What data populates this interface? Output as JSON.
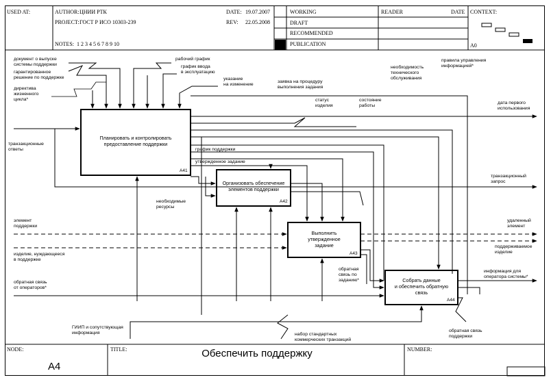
{
  "header": {
    "used_at": "USED AT:",
    "author_label": "AUTHOR:",
    "author": "ЦНИИ РТК",
    "project_label": "PROJECT:",
    "project": "ГОСТ Р ИСО 10303-239",
    "notes_label": "NOTES:",
    "notes": "1 2 3 4 5 6 7 8 9 10",
    "date_label": "DATE:",
    "date": "19.07.2007",
    "rev_label": "REV:",
    "rev": "22.05.2008",
    "status": [
      "WORKING",
      "DRAFT",
      "RECOMMENDED",
      "PUBLICATION"
    ],
    "reader": "READER",
    "reader_date": "DATE",
    "context": "CONTEXT:",
    "context_node": "A0"
  },
  "boxes": [
    {
      "id": "A41",
      "lines": [
        "Планировать и контролировать",
        "предоставление поддержки"
      ]
    },
    {
      "id": "A42",
      "lines": [
        "Организовать обеспечение",
        "элементов поддержки"
      ]
    },
    {
      "id": "A43",
      "lines": [
        "Выполнить",
        "утвержденное",
        "задание"
      ]
    },
    {
      "id": "A44",
      "lines": [
        "Собрать данные",
        "и обеспечить обратную",
        "связь"
      ]
    }
  ],
  "labels": {
    "doc_release": [
      "документ о выпуске",
      "системы поддержки"
    ],
    "guaranteed": [
      "гарантированное",
      "решение по поддержке"
    ],
    "directive": [
      "директива",
      "жизненного",
      "цикла*"
    ],
    "transaction_responses": [
      "транзакционные",
      "ответы"
    ],
    "work_schedule": [
      "рабочий график"
    ],
    "commissioning": [
      "график ввода",
      "в эксплуатацию"
    ],
    "change_order": [
      "указание",
      "на изменение"
    ],
    "work_request": [
      "заявка на процедуру",
      "выполнения задания"
    ],
    "tech_need": [
      "необходимость",
      "технического",
      "обслуживания"
    ],
    "info_mgmt_rules": [
      "правила управления",
      "информацией*"
    ],
    "product_status": [
      "статус",
      "изделия"
    ],
    "work_status": [
      "состояние",
      "работы"
    ],
    "first_use_date": [
      "дата первого",
      "использования"
    ],
    "support_schedule": [
      "график поддержки"
    ],
    "approved_task": [
      "утвержденное задание"
    ],
    "transaction_request": [
      "транзакционный",
      "запрос"
    ],
    "needed_resources": [
      "необходимые",
      "ресурсы"
    ],
    "support_element": [
      "элемент",
      "поддержки"
    ],
    "removed_element": [
      "удаленный",
      "элемент"
    ],
    "product_needing": [
      "изделие, нуждающееся",
      "в поддержке"
    ],
    "supported_product": [
      "поддерживаемое",
      "изделие"
    ],
    "operator_feedback": [
      "обратная связь",
      "от операторов*"
    ],
    "task_feedback": [
      "обратная",
      "связь по",
      "заданию*"
    ],
    "operator_info": [
      "информация для",
      "оператора системы*"
    ],
    "gip_info": [
      "ГИИП и сопутствующая",
      "информация"
    ],
    "std_transactions": [
      "набор стандартных",
      "коммерческих транзакций"
    ],
    "support_feedback": [
      "обратная связь",
      "поддержки"
    ]
  },
  "footer": {
    "node_label": "NODE:",
    "node": "A4",
    "title_label": "TITLE:",
    "title": "Обеспечить поддержку",
    "number_label": "NUMBER:"
  }
}
